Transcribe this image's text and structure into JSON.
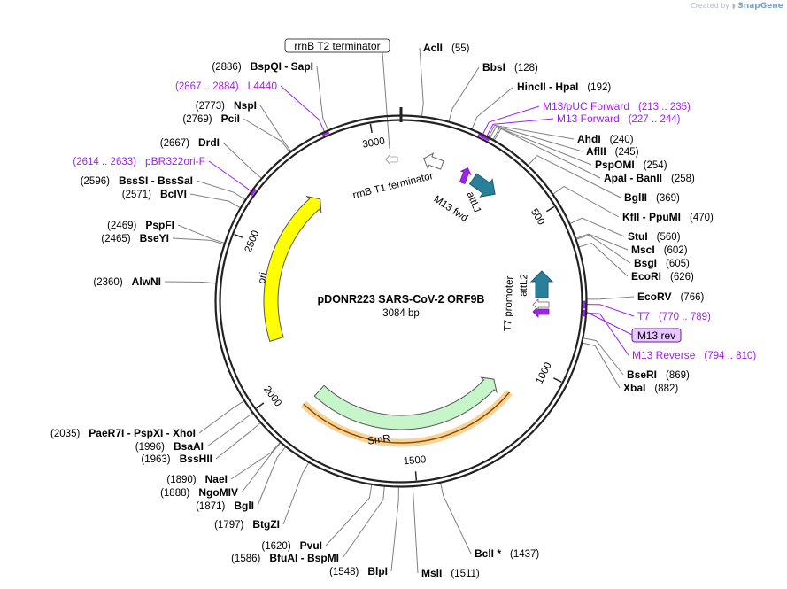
{
  "branding": {
    "created_by": "Created by",
    "product": "SnapGene"
  },
  "plasmid": {
    "name": "pDONR223 SARS-CoV-2 ORF9B",
    "length": "3084 bp",
    "total_bp": 3084
  },
  "ruler_ticks": [
    {
      "bp": 500,
      "label": "500"
    },
    {
      "bp": 1000,
      "label": "1000"
    },
    {
      "bp": 1500,
      "label": "1500"
    },
    {
      "bp": 2000,
      "label": "2000"
    },
    {
      "bp": 2500,
      "label": "2500"
    },
    {
      "bp": 3000,
      "label": "3000"
    }
  ],
  "colors": {
    "backbone": "#222222",
    "enzyme_text": "#000000",
    "primer": "#a020f0",
    "leader_line": "#7f7f7f",
    "ori": "#ffff00",
    "smr": "#c5f5c9",
    "attl": "#2a7f9a",
    "promoter_outline": "#666666",
    "smr_highlight": "#f5c87a"
  },
  "enzymes": [
    {
      "name": "AclI",
      "pos": "(55)",
      "bp": 55
    },
    {
      "name": "BbsI",
      "pos": "(128)",
      "bp": 128
    },
    {
      "name": "HincII  -  HpaI",
      "pos": "(192)",
      "bp": 192
    },
    {
      "name": "AhdI",
      "pos": "(240)",
      "bp": 240
    },
    {
      "name": "AflII",
      "pos": "(245)",
      "bp": 245
    },
    {
      "name": "PspOMI",
      "pos": "(254)",
      "bp": 254
    },
    {
      "name": "ApaI  -  BanII",
      "pos": "(258)",
      "bp": 258
    },
    {
      "name": "BglII",
      "pos": "(369)",
      "bp": 369
    },
    {
      "name": "KflI  -  PpuMI",
      "pos": "(470)",
      "bp": 470
    },
    {
      "name": "StuI",
      "pos": "(560)",
      "bp": 560
    },
    {
      "name": "MscI",
      "pos": "(602)",
      "bp": 602
    },
    {
      "name": "BsgI",
      "pos": "(605)",
      "bp": 605
    },
    {
      "name": "EcoRI",
      "pos": "(626)",
      "bp": 626
    },
    {
      "name": "EcoRV",
      "pos": "(766)",
      "bp": 766
    },
    {
      "name": "BseRI",
      "pos": "(869)",
      "bp": 869
    },
    {
      "name": "XbaI",
      "pos": "(882)",
      "bp": 882
    },
    {
      "name": "BclI *",
      "pos": "(1437)",
      "bp": 1437
    },
    {
      "name": "MslI",
      "pos": "(1511)",
      "bp": 1511
    },
    {
      "name": "BlpI",
      "pos": "(1548)",
      "bp": 1548
    },
    {
      "name": "BfuAI  -  BspMI",
      "pos": "(1586)",
      "bp": 1586
    },
    {
      "name": "PvuI",
      "pos": "(1620)",
      "bp": 1620
    },
    {
      "name": "BtgZI",
      "pos": "(1797)",
      "bp": 1797
    },
    {
      "name": "BglI",
      "pos": "(1871)",
      "bp": 1871
    },
    {
      "name": "NgoMIV",
      "pos": "(1888)",
      "bp": 1888
    },
    {
      "name": "NaeI",
      "pos": "(1890)",
      "bp": 1890
    },
    {
      "name": "BssHII",
      "pos": "(1963)",
      "bp": 1963
    },
    {
      "name": "BsaAI",
      "pos": "(1996)",
      "bp": 1996
    },
    {
      "name": "PaeR7I  -  PspXI  -  XhoI",
      "pos": "(2035)",
      "bp": 2035
    },
    {
      "name": "AlwNI",
      "pos": "(2360)",
      "bp": 2360
    },
    {
      "name": "BseYI",
      "pos": "(2465)",
      "bp": 2465
    },
    {
      "name": "PspFI",
      "pos": "(2469)",
      "bp": 2469
    },
    {
      "name": "BclVI",
      "pos": "(2571)",
      "bp": 2571
    },
    {
      "name": "BssSI  -  BssSaI",
      "pos": "(2596)",
      "bp": 2596
    },
    {
      "name": "DrdI",
      "pos": "(2667)",
      "bp": 2667
    },
    {
      "name": "PciI",
      "pos": "(2769)",
      "bp": 2769
    },
    {
      "name": "NspI",
      "pos": "(2773)",
      "bp": 2773
    },
    {
      "name": "BspQI  -  SapI",
      "pos": "(2886)",
      "bp": 2886
    }
  ],
  "primers": [
    {
      "name": "M13/pUC Forward",
      "range": "(213 .. 235)",
      "bp_start": 213,
      "bp_end": 235
    },
    {
      "name": "M13 Forward",
      "range": "(227 .. 244)",
      "bp_start": 227,
      "bp_end": 244
    },
    {
      "name": "T7",
      "range": "(770 .. 789)",
      "bp_start": 770,
      "bp_end": 789
    },
    {
      "name": "M13 Reverse",
      "range": "(794 .. 810)",
      "bp_start": 794,
      "bp_end": 810
    },
    {
      "name": "pBR322ori-F",
      "range": "(2614 .. 2633)",
      "bp_start": 2614,
      "bp_end": 2633
    },
    {
      "name": "L4440",
      "range": "(2867 .. 2884)",
      "bp_start": 2867,
      "bp_end": 2884
    }
  ],
  "features": [
    {
      "name": "ori",
      "bp_start": 2167,
      "bp_end": 2755,
      "strand": 1
    },
    {
      "name": "SmR",
      "bp_start": 1114,
      "bp_end": 1905,
      "strand": -1
    },
    {
      "name": "attL1",
      "bp_start": 200,
      "bp_end": 300,
      "strand": 1
    },
    {
      "name": "attL2",
      "bp_start": 694,
      "bp_end": 794,
      "strand": -1
    },
    {
      "name": "M13 fwd",
      "bp_start": 227,
      "bp_end": 244,
      "strand": 1
    },
    {
      "name": "M13 rev",
      "bp_start": 794,
      "bp_end": 810,
      "strand": -1
    },
    {
      "name": "rrnB T1 terminator",
      "bp_start": 53,
      "bp_end": 140,
      "strand": -1
    },
    {
      "name": "rrnB T2 terminator",
      "bp_start": 3040,
      "bp_end": 3068,
      "strand": -1
    },
    {
      "name": "T7 promoter",
      "bp_start": 770,
      "bp_end": 789,
      "strand": -1
    }
  ]
}
